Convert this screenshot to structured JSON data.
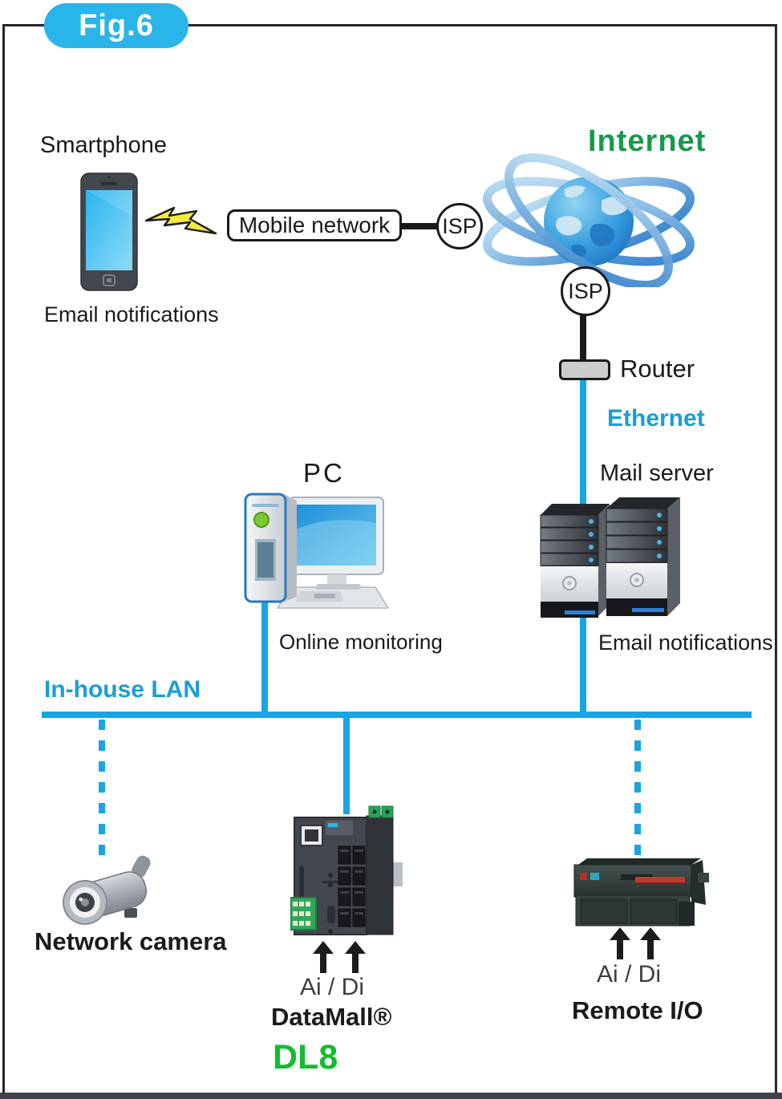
{
  "figure_label": "Fig.6",
  "colors": {
    "accent_cyan": "#29b5ea",
    "line_cyan": "#18a5e2",
    "network_label_cyan": "#1a9ed6",
    "internet_green": "#169a4a",
    "dl8_green": "#12bd2f"
  },
  "nodes": {
    "smartphone": {
      "label": "Smartphone",
      "note": "Email notifications"
    },
    "mobile_network": {
      "label": "Mobile network"
    },
    "isp_left": {
      "label": "ISP"
    },
    "isp_bottom": {
      "label": "ISP"
    },
    "internet": {
      "label": "Internet"
    },
    "router": {
      "label": "Router"
    },
    "ethernet": {
      "label": "Ethernet"
    },
    "pc": {
      "label": "PC",
      "note": "Online monitoring"
    },
    "mail_server": {
      "label": "Mail server",
      "note": "Email notifications"
    },
    "lan": {
      "label": "In-house LAN"
    },
    "network_camera": {
      "label": "Network camera"
    },
    "datamall": {
      "io_label": "Ai / Di",
      "brand": "DataMall®",
      "model": "DL8"
    },
    "remote_io": {
      "io_label": "Ai / Di",
      "label": "Remote I/O"
    }
  }
}
